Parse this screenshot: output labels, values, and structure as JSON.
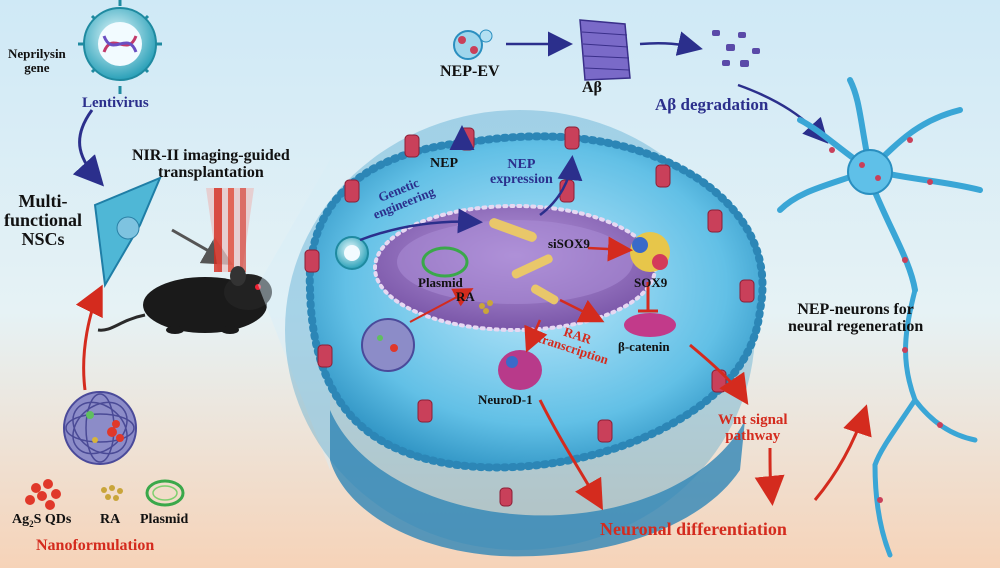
{
  "labels": {
    "neprilysin_gene": "Neprilysin\ngene",
    "lentivirus": "Lentivirus",
    "nir_guided": "NIR-II imaging-guided\ntransplantation",
    "multifunctional_nscs": "Multi-\nfunctional\nNSCs",
    "nep_ev": "NEP-EV",
    "abeta": "Aβ",
    "abeta_degradation": "Aβ degradation",
    "nep": "NEP",
    "nep_expression": "NEP\nexpression",
    "genetic_engineering": "Genetic\nengineering",
    "plasmid_inner": "Plasmid",
    "ra_inner": "RA",
    "sisox9": "siSOX9",
    "sox9": "SOX9",
    "rar_transcription": "RAR\ntranscription",
    "beta_catenin": "β-catenin",
    "neurod1": "NeuroD-1",
    "nep_neurons": "NEP-neurons for\nneural regeneration",
    "wnt_pathway": "Wnt signal\npathway",
    "neuronal_differentiation": "Neuronal differentiation",
    "ag2s_prefix": "Ag",
    "ag2s_sub": "2",
    "ag2s_suffix": "S QDs",
    "ra_legend": "RA",
    "plasmid_legend": "Plasmid",
    "nanoformulation": "Nanoformulation"
  },
  "colors": {
    "navy": "#2b2f8c",
    "red": "#d42b1e",
    "cell_blue": "#4fb3d8",
    "nucleus_purple": "#9a73c2",
    "receptor_pink": "#c9405a"
  },
  "icons": [
    "lentivirus-icon",
    "nsc-cell-icon",
    "mouse-icon",
    "nir-laser-icon",
    "nanoparticle-icon",
    "ev-icon",
    "abeta-fibril-icon",
    "neuron-icon",
    "cell-icon",
    "nucleus-icon"
  ]
}
